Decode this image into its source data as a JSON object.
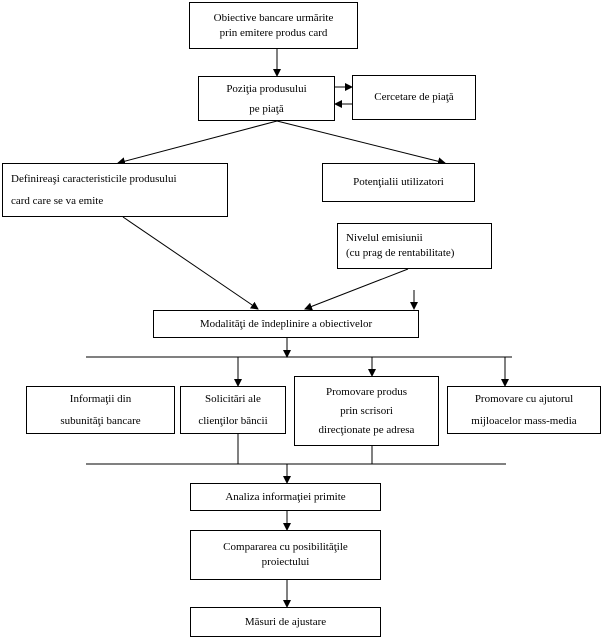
{
  "diagram": {
    "nodes": {
      "objectives": [
        "Obiective bancare urmărite",
        "prin emitere produs card"
      ],
      "product_position": [
        "Poziţia produsului",
        "pe piaţă"
      ],
      "market_research": [
        "Cercetare de piaţă"
      ],
      "define_features": [
        "Definireaşi   caracteristicile produsului",
        "card care se va emite"
      ],
      "potential_users": [
        "Potenţialii utilizatori"
      ],
      "emission_level": [
        "Nivelul emisiunii",
        "(cu prag de rentabilitate)"
      ],
      "fulfillment_methods": [
        "Modalităţi de îndeplinire a obiectivelor"
      ],
      "branch_info": [
        "Informaţii din",
        "subunităţi bancare"
      ],
      "client_requests": [
        "Solicitări ale",
        "clienţilor băncii"
      ],
      "mail_promotion": [
        "Promovare produs",
        "prin scrisori",
        "direcţionate pe adresa"
      ],
      "media_promotion": [
        "Promovare cu ajutorul",
        "mijloacelor mass-media"
      ],
      "analysis": [
        "Analiza informaţiei primite"
      ],
      "comparison": [
        "Compararea cu posibilităţile",
        "proiectului"
      ],
      "adjustments": [
        "Măsuri de ajustare"
      ]
    }
  }
}
